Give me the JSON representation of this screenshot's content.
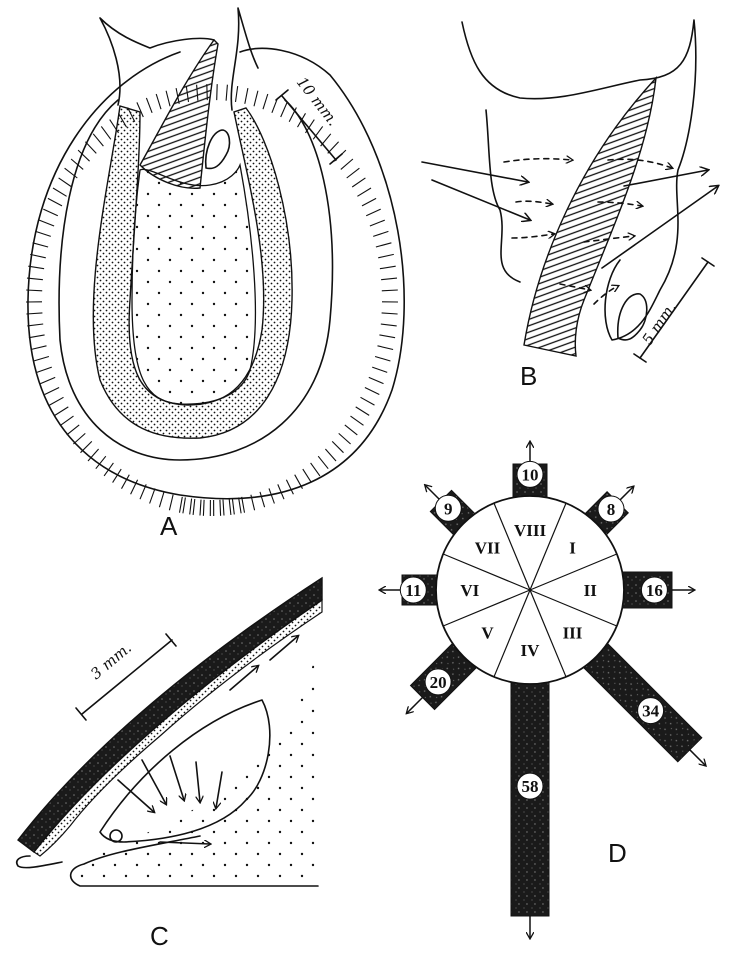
{
  "panels": {
    "a": {
      "label": "A",
      "scale": "10 mm."
    },
    "b": {
      "label": "B",
      "scale": "5 mm."
    },
    "c": {
      "label": "C",
      "scale": "3 mm."
    },
    "d": {
      "label": "D",
      "sectors": [
        "I",
        "II",
        "III",
        "IV",
        "V",
        "VI",
        "VII",
        "VIII"
      ],
      "counts": [
        {
          "value": "10"
        },
        {
          "value": "8"
        },
        {
          "value": "16"
        },
        {
          "value": "34"
        },
        {
          "value": "58"
        },
        {
          "value": "20"
        },
        {
          "value": "11"
        },
        {
          "value": "9"
        }
      ]
    }
  },
  "colors": {
    "ink": "#111111",
    "paper": "#ffffff"
  }
}
